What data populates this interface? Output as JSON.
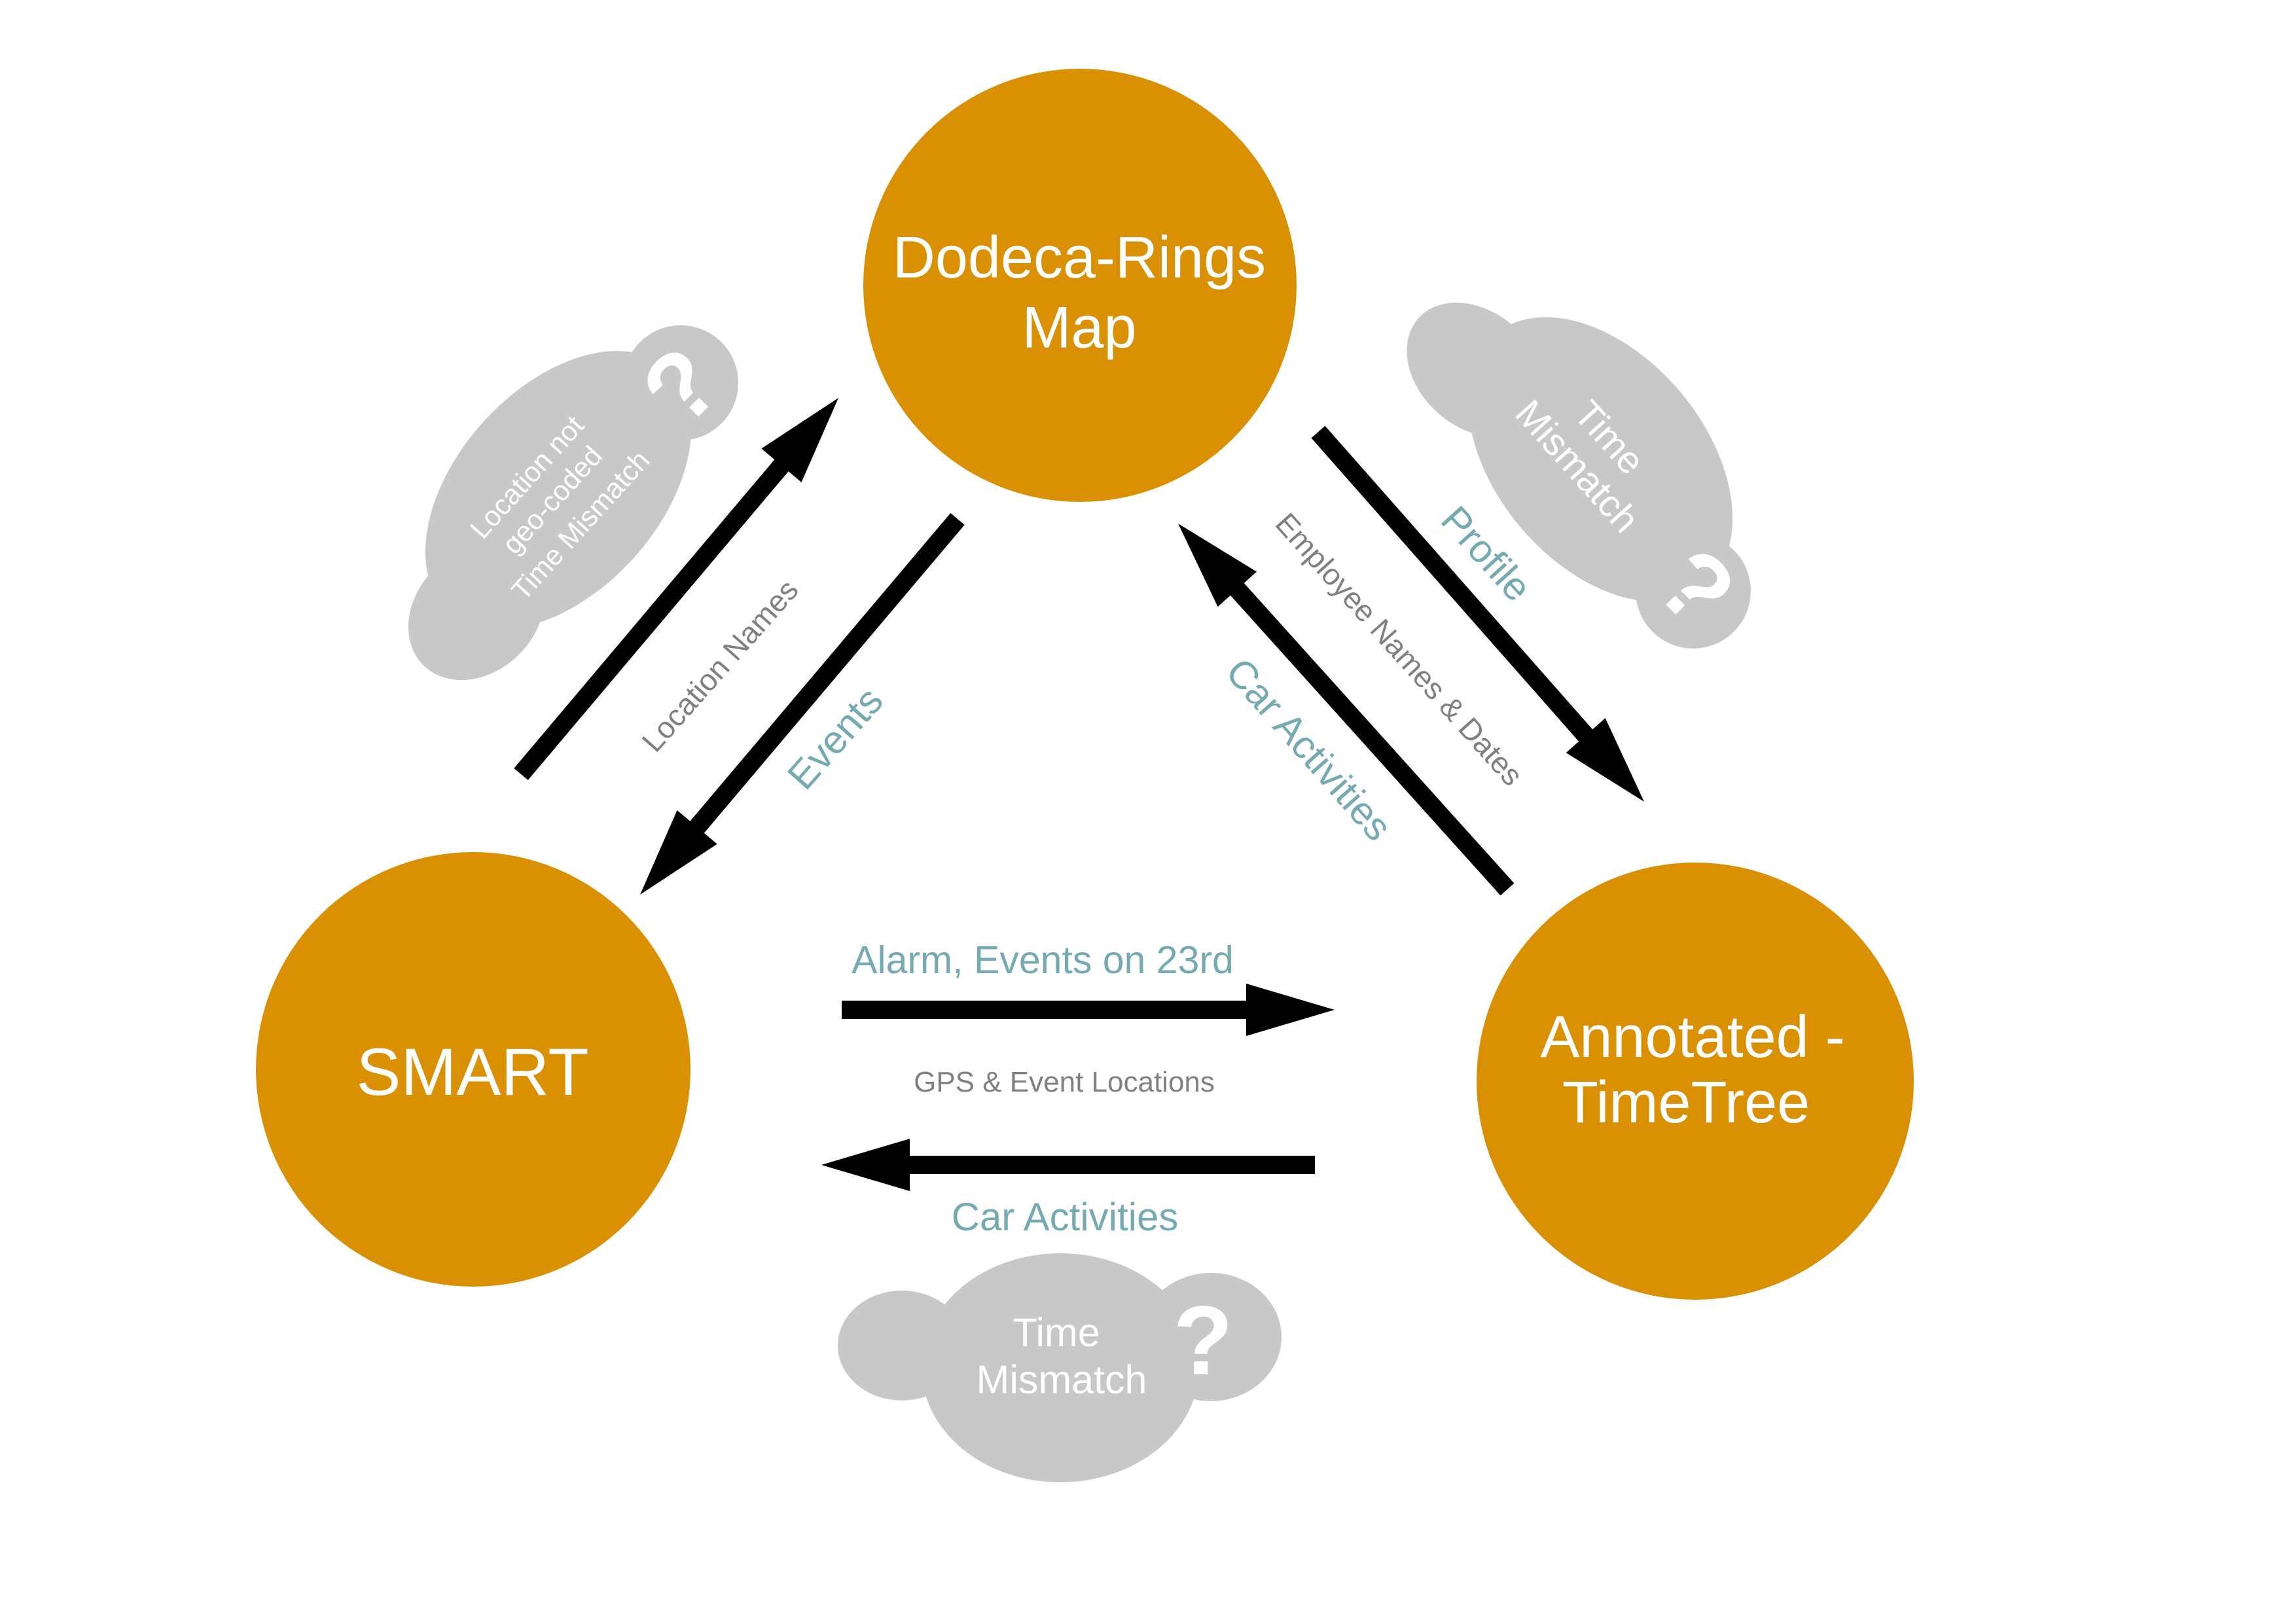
{
  "nodes": {
    "dodeca": {
      "line1": "Dodeca-Rings",
      "line2": "Map"
    },
    "smart": {
      "line1": "SMART"
    },
    "timetree": {
      "line1": "Annotated -",
      "line2": "TimeTree"
    }
  },
  "flows": {
    "smart_to_dodeca": {
      "label": "Location Names",
      "style": "secondary"
    },
    "dodeca_to_smart": {
      "label": "Events",
      "style": "primary"
    },
    "dodeca_to_timetree": {
      "label": "Profile",
      "style": "primary"
    },
    "timetree_to_dodeca": {
      "label": "Car Activities",
      "style": "primary"
    },
    "timetree_dodeca_shared": {
      "label": "Employee Names & Dates",
      "style": "secondary"
    },
    "smart_to_timetree": {
      "label": "Alarm, Events on 23rd",
      "style": "primary"
    },
    "smart_timetree_shared": {
      "label": "GPS & Event Locations",
      "style": "secondary"
    },
    "timetree_to_smart": {
      "label": "Car Activities",
      "style": "primary"
    }
  },
  "issues": {
    "smart_dodeca": {
      "line1": "Location not",
      "line2": "geo-coded",
      "line3": "Time Mismatch",
      "icon": "?"
    },
    "dodeca_timetree": {
      "line1": "Time",
      "line2": "Mismatch",
      "icon": "?"
    },
    "smart_timetree": {
      "line1": "Time",
      "line2": "Mismatch",
      "icon": "?"
    }
  },
  "colors": {
    "node": "#DA9003",
    "node_text": "#FFFFFF",
    "arrow": "#000000",
    "primary_label": "#75AAB0",
    "secondary_label": "#808080",
    "issue_cloud": "#C8C8C8",
    "issue_text": "#FFFFFF"
  }
}
